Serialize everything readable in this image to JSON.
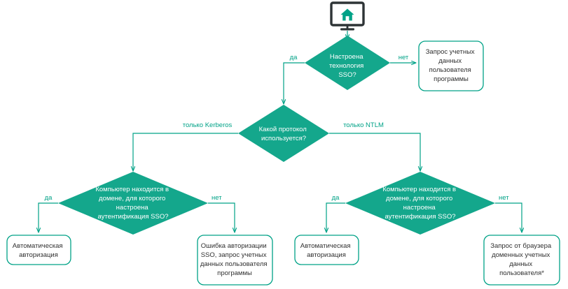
{
  "theme": {
    "accent": "#00A287",
    "accent_dark": "#009179",
    "line": "#00A287",
    "box_text": "#303030",
    "diamond_text": "#FFFFFF",
    "background": "#FFFFFF",
    "monitor_frame": "#2E3436"
  },
  "start": {
    "icon": "monitor-home-icon",
    "label": ""
  },
  "nodes": {
    "decision_sso": {
      "type": "decision",
      "lines": [
        "Настроена",
        "технология",
        "SSO?"
      ]
    },
    "terminal_request_app_creds": {
      "type": "process",
      "lines": [
        "Запрос учетных",
        "данных",
        "пользователя",
        "программы"
      ]
    },
    "decision_protocol": {
      "type": "decision",
      "lines": [
        "Какой протокол",
        "используется?"
      ]
    },
    "decision_domain_left": {
      "type": "decision",
      "lines": [
        "Компьютер находится в",
        "домене, для которого",
        "настроена",
        "аутентификация SSO?"
      ]
    },
    "decision_domain_right": {
      "type": "decision",
      "lines": [
        "Компьютер находится в",
        "домене, для которого",
        "настроена",
        "аутентификация SSO?"
      ]
    },
    "terminal_auto_auth_left": {
      "type": "process",
      "lines": [
        "Автоматическая",
        "авторизация"
      ]
    },
    "terminal_sso_error": {
      "type": "process",
      "lines": [
        "Ошибка авторизации",
        "SSO, запрос учетных",
        "данных пользователя",
        "программы"
      ]
    },
    "terminal_auto_auth_right": {
      "type": "process",
      "lines": [
        "Автоматическая",
        "авторизация"
      ]
    },
    "terminal_browser_domain_creds": {
      "type": "process",
      "lines": [
        "Запрос от браузера",
        "доменных учетных",
        "данных",
        "пользователя*"
      ]
    }
  },
  "edges": {
    "sso_yes": "да",
    "sso_no": "нет",
    "protocol_kerberos": "только Kerberos",
    "protocol_ntlm": "только NTLM",
    "domain_left_yes": "да",
    "domain_left_no": "нет",
    "domain_right_yes": "да",
    "domain_right_no": "нет"
  }
}
